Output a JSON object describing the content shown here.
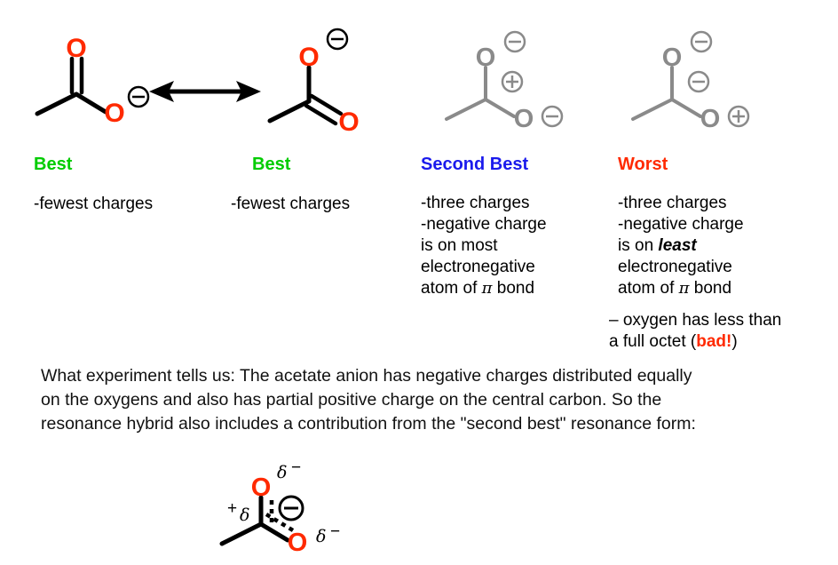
{
  "page": {
    "title": "Acetate anion resonance forms",
    "background": "#ffffff"
  },
  "colors": {
    "oxygen_red": "#ff2a00",
    "bond_black": "#000000",
    "faded_grey": "#808080",
    "best_green": "#00cc00",
    "second_blue": "#1a1aec",
    "worst_red": "#ff2a00"
  },
  "resonance_arrow": {
    "name": "double-headed-resonance-arrow",
    "label": "↔"
  },
  "structures": [
    {
      "id": "form-1",
      "name": "acetate-resonance-form-1",
      "style": "black",
      "atoms": {
        "carbonyl_o": "O",
        "anionic_o": "O"
      },
      "charges": {
        "anionic_o": "⊖"
      },
      "description": "C=O double bond up, C–O single bond down-right with negative charge"
    },
    {
      "id": "form-2",
      "name": "acetate-resonance-form-2",
      "style": "black",
      "atoms": {
        "anionic_o": "O",
        "carbonyl_o": "O"
      },
      "charges": {
        "anionic_o": "⊖"
      },
      "description": "C–O single bond up with negative charge, C=O double bond down-right"
    },
    {
      "id": "form-3",
      "name": "acetate-resonance-form-3",
      "style": "grey",
      "atoms": {
        "top_o": "O",
        "right_o": "O"
      },
      "charges": {
        "top_o": "⊖",
        "carbon": "⊕",
        "right_o": "⊖"
      },
      "description": "Both oxygens single bonded and negative, carbon positive"
    },
    {
      "id": "form-4",
      "name": "acetate-resonance-form-4",
      "style": "grey",
      "atoms": {
        "top_o": "O",
        "right_o": "O"
      },
      "charges": {
        "top_o": "⊖",
        "carbon": "⊖",
        "right_o": "⊕"
      },
      "description": "Top oxygen negative, carbon negative, right oxygen positive"
    },
    {
      "id": "hybrid",
      "name": "resonance-hybrid-structure",
      "style": "black-red",
      "atoms": {
        "top_o": "O",
        "bottom_o": "O"
      },
      "charges": {
        "carbon_partial_plus": "+",
        "carbon_delta": "δ",
        "center_minus": "⊖",
        "top_delta": "δ",
        "top_minus": "−",
        "bottom_delta": "δ",
        "bottom_minus": "−"
      },
      "description": "Delocalized acetate hybrid with partial double bonds and partial charges"
    }
  ],
  "captions": [
    {
      "id": "cap-1",
      "heading": "Best",
      "heading_color": "#00cc00",
      "lines": [
        "-fewest charges"
      ]
    },
    {
      "id": "cap-2",
      "heading": "Best",
      "heading_color": "#00cc00",
      "lines": [
        "-fewest charges"
      ]
    },
    {
      "id": "cap-3",
      "heading": "Second Best",
      "heading_color": "#1a1aec",
      "lines": [
        "-three charges",
        "-negative charge",
        "is on most",
        "electronegative",
        "atom of π bond"
      ]
    },
    {
      "id": "cap-4",
      "heading": "Worst",
      "heading_color": "#ff2a00",
      "lines": [
        "-three charges",
        "-negative charge",
        "is on least",
        "electronegative",
        "atom of π bond"
      ],
      "emphasis_word": "least",
      "extra_lines": [
        "– oxygen has less than",
        "a full octet (bad!)"
      ],
      "extra_emphasis": "bad!"
    }
  ],
  "paragraph": {
    "name": "experiment-explanation",
    "lines": [
      "What experiment tells us: The acetate anion has negative charges distributed equally",
      "on the oxygens and also has partial positive charge on the central carbon. So the",
      "resonance hybrid also includes a contribution from the \"second best\" resonance form:"
    ]
  }
}
